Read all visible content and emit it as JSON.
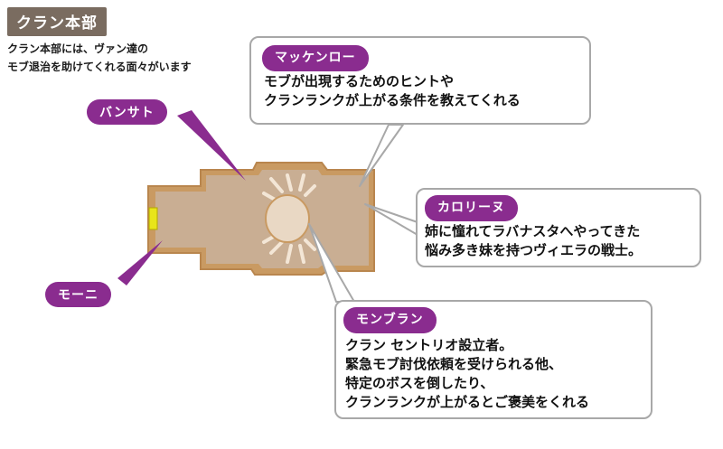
{
  "title": "クラン本部",
  "description": [
    "クラン本部には、ヴァン達の",
    "モブ退治を助けてくれる面々がいます"
  ],
  "npcs": {
    "mackenlow": {
      "name": "マッケンロー",
      "lines": [
        "モブが出現するためのヒントや",
        "クランランクが上がる条件を教えてくれる"
      ]
    },
    "carolina": {
      "name": "カロリーヌ",
      "lines": [
        "姉に憧れてラバナスタへやってきた",
        "悩み多き妹を持つヴィエラの戦士。"
      ]
    },
    "montblanc": {
      "name": "モンブラン",
      "lines": [
        "クラン セントリオ設立者。",
        "緊急モブ討伐依頼を受けられる他、",
        "特定のボスを倒したり、",
        "クランランクが上がるとご褒美をくれる"
      ]
    },
    "bansat": {
      "name": "バンサト"
    },
    "moni": {
      "name": "モーニ"
    }
  },
  "colors": {
    "title_bg": "#7a6c60",
    "tag_bg": "#8a2c8f",
    "room_fill": "#c9ae93",
    "room_border": "#c99a62",
    "door": "#e8e51a",
    "box_border": "#a8a8a8"
  }
}
